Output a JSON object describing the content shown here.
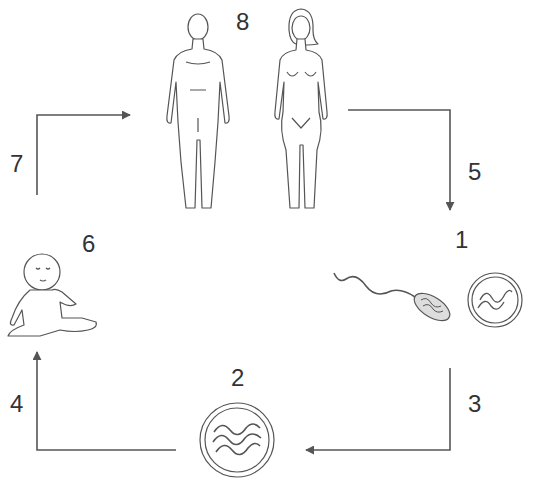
{
  "diagram": {
    "labels": [
      "8",
      "7",
      "5",
      "6",
      "1",
      "4",
      "2",
      "3"
    ]
  }
}
